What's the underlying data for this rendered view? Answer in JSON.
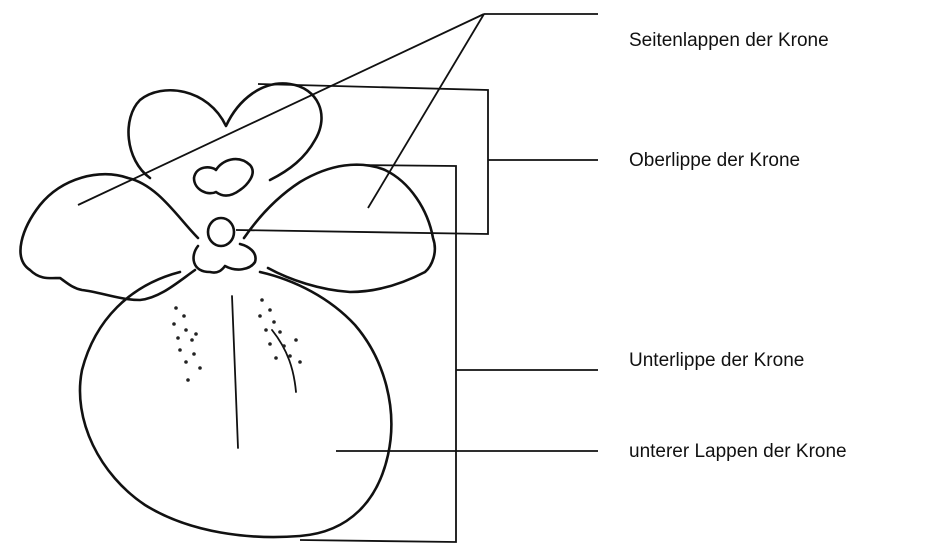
{
  "labels": {
    "lateral_lobes": "Seitenlappen der Krone",
    "upper_lip": "Oberlippe der Krone",
    "lower_lip": "Unterlippe der Krone",
    "lower_lobe": "unterer Lappen der Krone"
  }
}
